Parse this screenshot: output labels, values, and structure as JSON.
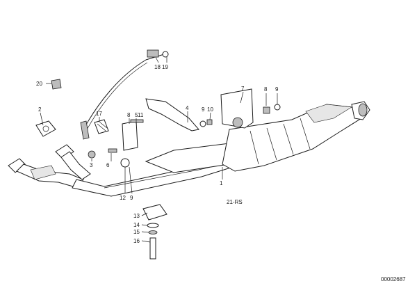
{
  "callouts": {
    "c1": "1",
    "c2": "2",
    "c3": "3",
    "c4": "4",
    "c5": "5",
    "c6": "6",
    "c7": "7",
    "c8a": "8",
    "c8b": "8",
    "c9a": "9",
    "c9b": "9",
    "c10a": "10",
    "c10b": "10",
    "c11": "11",
    "c12": "12",
    "c13": "13",
    "c14": "14",
    "c15": "15",
    "c16": "16",
    "c17": "17",
    "c18": "18",
    "c19": "19",
    "c20": "20",
    "c21": "21-RS"
  },
  "document_number": "00002687"
}
